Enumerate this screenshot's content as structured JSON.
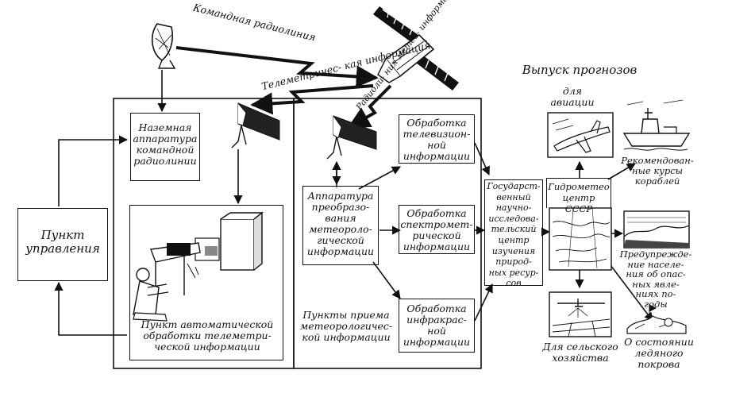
{
  "diagram": {
    "labels": {
      "command_radio_line": "Командная\nрадиолиния",
      "telemetry_info": "Телеметричес-\nкая информация",
      "meteo_radio_line": "Радиоли-\nния метео-\nинформации",
      "ground_command_equipment": "Наземная\nаппаратура\nкомандной\nрадиолинии",
      "control_point": "Пункт\nуправления",
      "auto_processing_point": "Пункт автоматической\nобработки телеметри-\nческой информации",
      "meteo_conversion_equipment": "Аппаратура\nпреобразо-\nвания\nметеороло-\nгической\nинформации",
      "reception_points": "Пункты приема\nметеорологичес-\nкой информации",
      "tv_processing": "Обработка\nтелевизион-\nной\nинформации",
      "spectrometric_processing": "Обработка\nспектромет-\nрической\nинформации",
      "infrared_processing": "Обработка\nинфракрас-\nной\nинформации",
      "state_center": "Государст-\nвенный\nнаучно-\nисследова-\nтельский\nцентр\nизучения\nприрод-\nных ресур-\nсов",
      "hydromet_center": "Гидрометео\nцентр СССР",
      "forecasts_title": "Выпуск прогнозов",
      "for_aviation": "для\nавиации",
      "ship_routes": "Рекомендован-\nные курсы\nкораблей",
      "population_warning": "Предупрежде-\nние населе-\nния об опас-\nных явле-\nниях по-\nгоды",
      "for_agriculture": "Для сельского\nхозяйства",
      "ice_cover": "О состоянии\nледяного\nпокрова"
    }
  }
}
